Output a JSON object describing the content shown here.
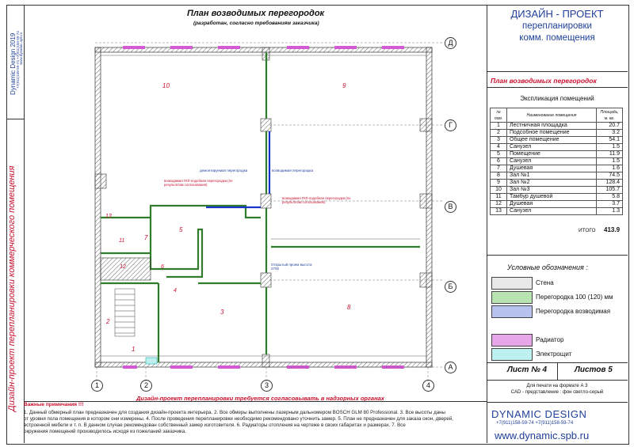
{
  "plan": {
    "title": "План возводимых перегородок",
    "subtitle": "(разработан, согласно требованиям заказчика)",
    "bottom_note": "Дизайн-проект перепланировки требуется согласовывать в надзорных органах",
    "axis_rows": [
      "Д",
      "Г",
      "В",
      "Б",
      "А"
    ],
    "axis_cols": [
      "1",
      "2",
      "3",
      "4"
    ],
    "rooms": [
      "10",
      "9",
      "13",
      "7",
      "5",
      "11",
      "12",
      "6",
      "4",
      "3",
      "8",
      "2",
      "1"
    ],
    "annotations": {
      "demolish": "демонтируемая перегородка",
      "new_wall": "возводимая перегородка",
      "plasterboard_left": "возводимая ГКЛ-подобная перегородка (по результатам согласования)",
      "plasterboard_right": "возводимая ГКЛ-подобная перегородка (по результатам согласования)",
      "opening": "Открытый проем высота 2700"
    }
  },
  "left_band": {
    "brand": "Dynamic Design 2019",
    "phones": "+7(911)158-59-74  +7(911)158-59-74",
    "site": "www.dynamic.spb.ru",
    "project_title": "Дизайн-проект перепланировки коммерческого помещения"
  },
  "right_panel": {
    "header_line1": "ДИЗАЙН - ПРОЕКТ",
    "header_line2": "перепланировки",
    "header_line3": "комм. помещения",
    "sheet_title": "План возводимых перегородок",
    "explication_title": "Экспликация помещений",
    "table_headers": [
      "№ пом.",
      "Наименование помещения",
      "Площадь, м. кв."
    ],
    "rows": [
      [
        "1",
        "Лестничная площадка",
        "20.7"
      ],
      [
        "2",
        "Подсобное помещение",
        "3.2"
      ],
      [
        "3",
        "Общее помещение",
        "54.1"
      ],
      [
        "4",
        "Санузел",
        "1.5"
      ],
      [
        "5",
        "Помещение",
        "11.9"
      ],
      [
        "6",
        "Санузел",
        "1.5"
      ],
      [
        "7",
        "Душевая",
        "1.6"
      ],
      [
        "8",
        "Зал №1",
        "74.5"
      ],
      [
        "9",
        "Зал №2",
        "128.4"
      ],
      [
        "10",
        "Зал №3",
        "105.7"
      ],
      [
        "11",
        "Тамбур душевой",
        "5.8"
      ],
      [
        "12",
        "Душевая",
        "3.7"
      ],
      [
        "13",
        "Санузел",
        "1.3"
      ]
    ],
    "total_label": "ИТОГО",
    "total_value": "413.9",
    "legend_title": "Условные обозначения :",
    "legend": [
      {
        "label": "Стена",
        "color": "#e8e8e8"
      },
      {
        "label": "Перегородка 100 (120) мм",
        "color": "#b9e3b0"
      },
      {
        "label": "Перегородка возводимая",
        "color": "#b7c3ee"
      },
      {
        "label": "Радиатор",
        "color": "#e7a6e7"
      },
      {
        "label": "Электрощит",
        "color": "#bff0f0"
      }
    ],
    "sheet_label": "Лист № 4",
    "sheets_label": "Листов 5",
    "print_note_1": "Для печати на формате А 3",
    "print_note_2": "CAD - представление : фон светло-серый",
    "logo_text": "DYNAMIC DESIGN",
    "logo_phones": "+7(911)158-59-74   +7(911)158-59-74",
    "website": "www.dynamic.spb.ru"
  },
  "notes": {
    "heading": "Важные примечания !!!",
    "lines": [
      "1. Данный обмерный план предназначен для создания дизайн-проекта интерьера. 2. Все обмеры выполнены лазерным дальномером BOSCH GLM 80 Professional. 3. Все высоты даны",
      "от уровня пола помещения в котором они измерены. 4. После проведения перепланировки необходимо рекомендовано уточнить замер. 5. План не предназначен для заказа окон, дверей,",
      "встроенной мебели и т. п. В данном случае рекомендован собственный замер изготовителя. 6. Радиаторы отопления на чертеже в своих габаритах и размерах. 7. Все",
      "окружения помещений производилось исходя из пожеланий заказчика."
    ]
  }
}
